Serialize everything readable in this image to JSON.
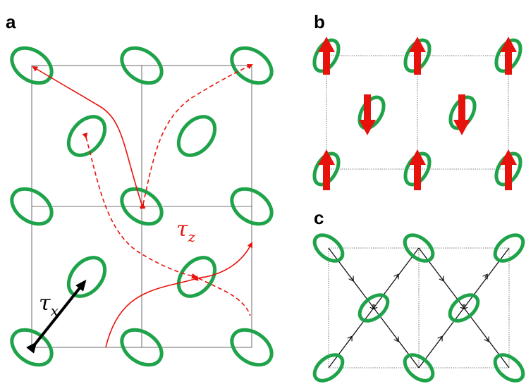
{
  "panels": {
    "a": {
      "label": "a",
      "tau_x_base": "τ",
      "tau_x_sub": "x",
      "tau_z_base": "τ",
      "tau_z_sub": "z"
    },
    "b": {
      "label": "b"
    },
    "c": {
      "label": "c"
    }
  },
  "colors": {
    "ellipse": "#1fa34a",
    "arrow_red": "#e8120c",
    "arrow_black": "#000000",
    "grid": "#444444"
  },
  "panel_b_spins": [
    "up",
    "up",
    "up",
    "down",
    "down",
    "up",
    "up",
    "up"
  ]
}
